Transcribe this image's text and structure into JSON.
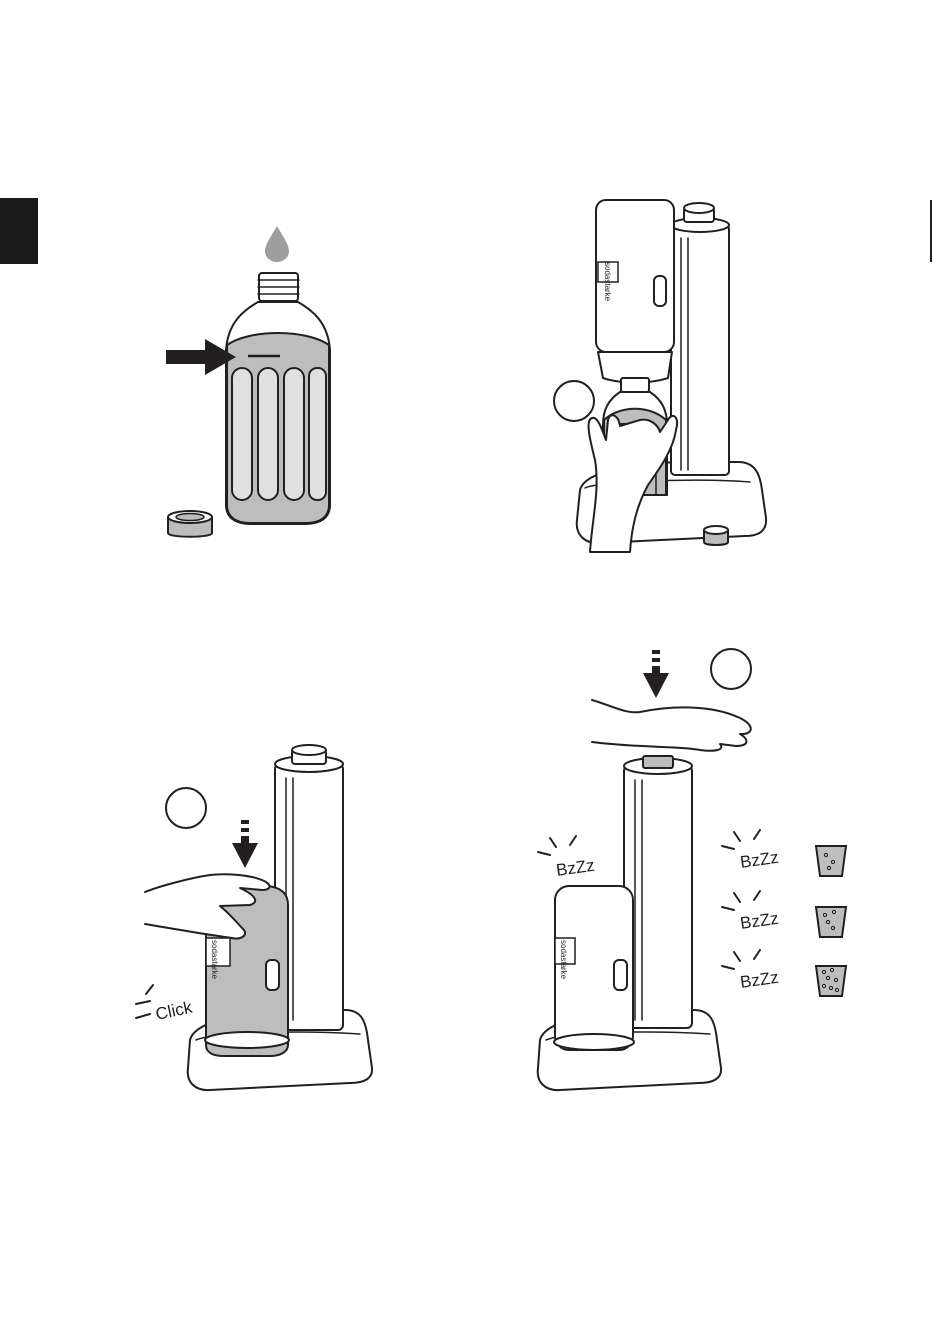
{
  "colors": {
    "ink": "#231f20",
    "liquid": "#bdbdbd",
    "drop": "#9e9e9e",
    "tab": "#1a1a1a"
  },
  "icons": [
    "water-drop-icon",
    "arrow-right-icon",
    "arrow-down-icon",
    "step-circle-icon",
    "bubble-glass-icon"
  ],
  "panel2": {
    "brand_label": "sodastarke"
  },
  "panel3": {
    "brand_label": "sodastarke",
    "sound": "Click"
  },
  "panel4": {
    "brand_label": "sodastarke",
    "sound_main": "BzZz",
    "levels": [
      {
        "sound": "BzZz",
        "bubbles": 3
      },
      {
        "sound": "BzZz",
        "bubbles": 4
      },
      {
        "sound": "BzZz",
        "bubbles": 7
      }
    ]
  }
}
